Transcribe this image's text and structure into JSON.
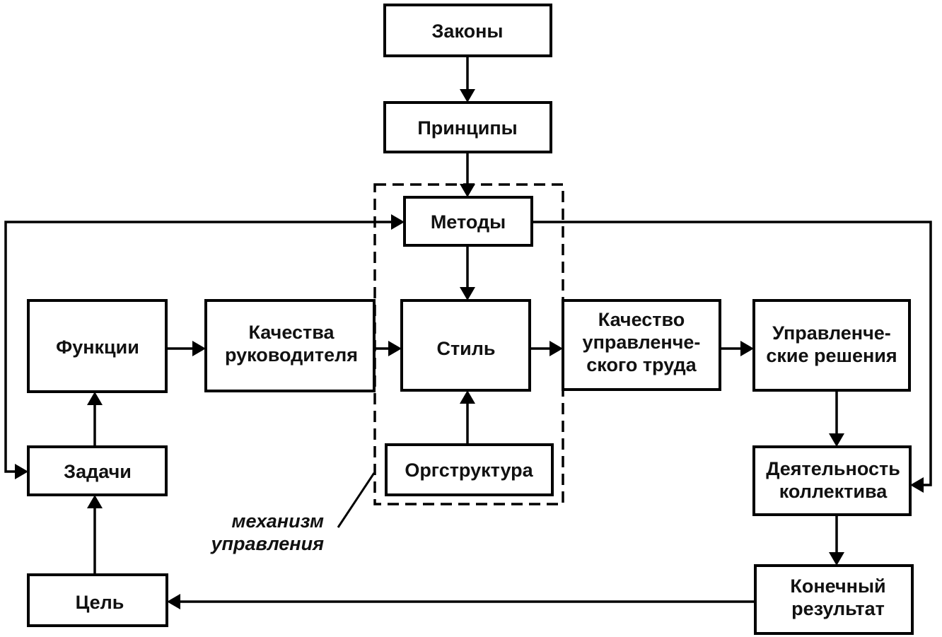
{
  "diagram": {
    "nodes": {
      "laws": {
        "lines": [
          "Законы"
        ]
      },
      "principles": {
        "lines": [
          "Принципы"
        ]
      },
      "methods": {
        "lines": [
          "Методы"
        ]
      },
      "style": {
        "lines": [
          "Стиль"
        ]
      },
      "org_structure": {
        "lines": [
          "Оргструктура"
        ]
      },
      "functions": {
        "lines": [
          "Функции"
        ]
      },
      "leader_qualities": {
        "lines": [
          "Качества",
          "руководителя"
        ]
      },
      "work_quality": {
        "lines": [
          "Качество",
          "управленче-",
          "ского труда"
        ]
      },
      "decisions": {
        "lines": [
          "Управленче-",
          "ские решения"
        ]
      },
      "team_activity": {
        "lines": [
          "Деятельность",
          "коллектива"
        ]
      },
      "final_result": {
        "lines": [
          "Конечный",
          "результат"
        ]
      },
      "tasks": {
        "lines": [
          "Задачи"
        ]
      },
      "goal": {
        "lines": [
          "Цель"
        ]
      }
    },
    "group": {
      "name": "management-mechanism",
      "members": [
        "methods",
        "style",
        "org_structure"
      ],
      "label_lines": [
        "механизм",
        "управления"
      ]
    },
    "edges": [
      {
        "from": "laws",
        "to": "principles"
      },
      {
        "from": "principles",
        "to": "methods"
      },
      {
        "from": "methods",
        "to": "style"
      },
      {
        "from": "org_structure",
        "to": "style"
      },
      {
        "from": "functions",
        "to": "leader_qualities"
      },
      {
        "from": "leader_qualities",
        "to": "style"
      },
      {
        "from": "style",
        "to": "work_quality"
      },
      {
        "from": "work_quality",
        "to": "decisions"
      },
      {
        "from": "decisions",
        "to": "team_activity"
      },
      {
        "from": "methods",
        "to": "team_activity"
      },
      {
        "from": "team_activity",
        "to": "final_result"
      },
      {
        "from": "final_result",
        "to": "goal"
      },
      {
        "from": "goal",
        "to": "tasks"
      },
      {
        "from": "tasks",
        "to": "functions"
      },
      {
        "from": "tasks",
        "to": "methods"
      }
    ]
  }
}
